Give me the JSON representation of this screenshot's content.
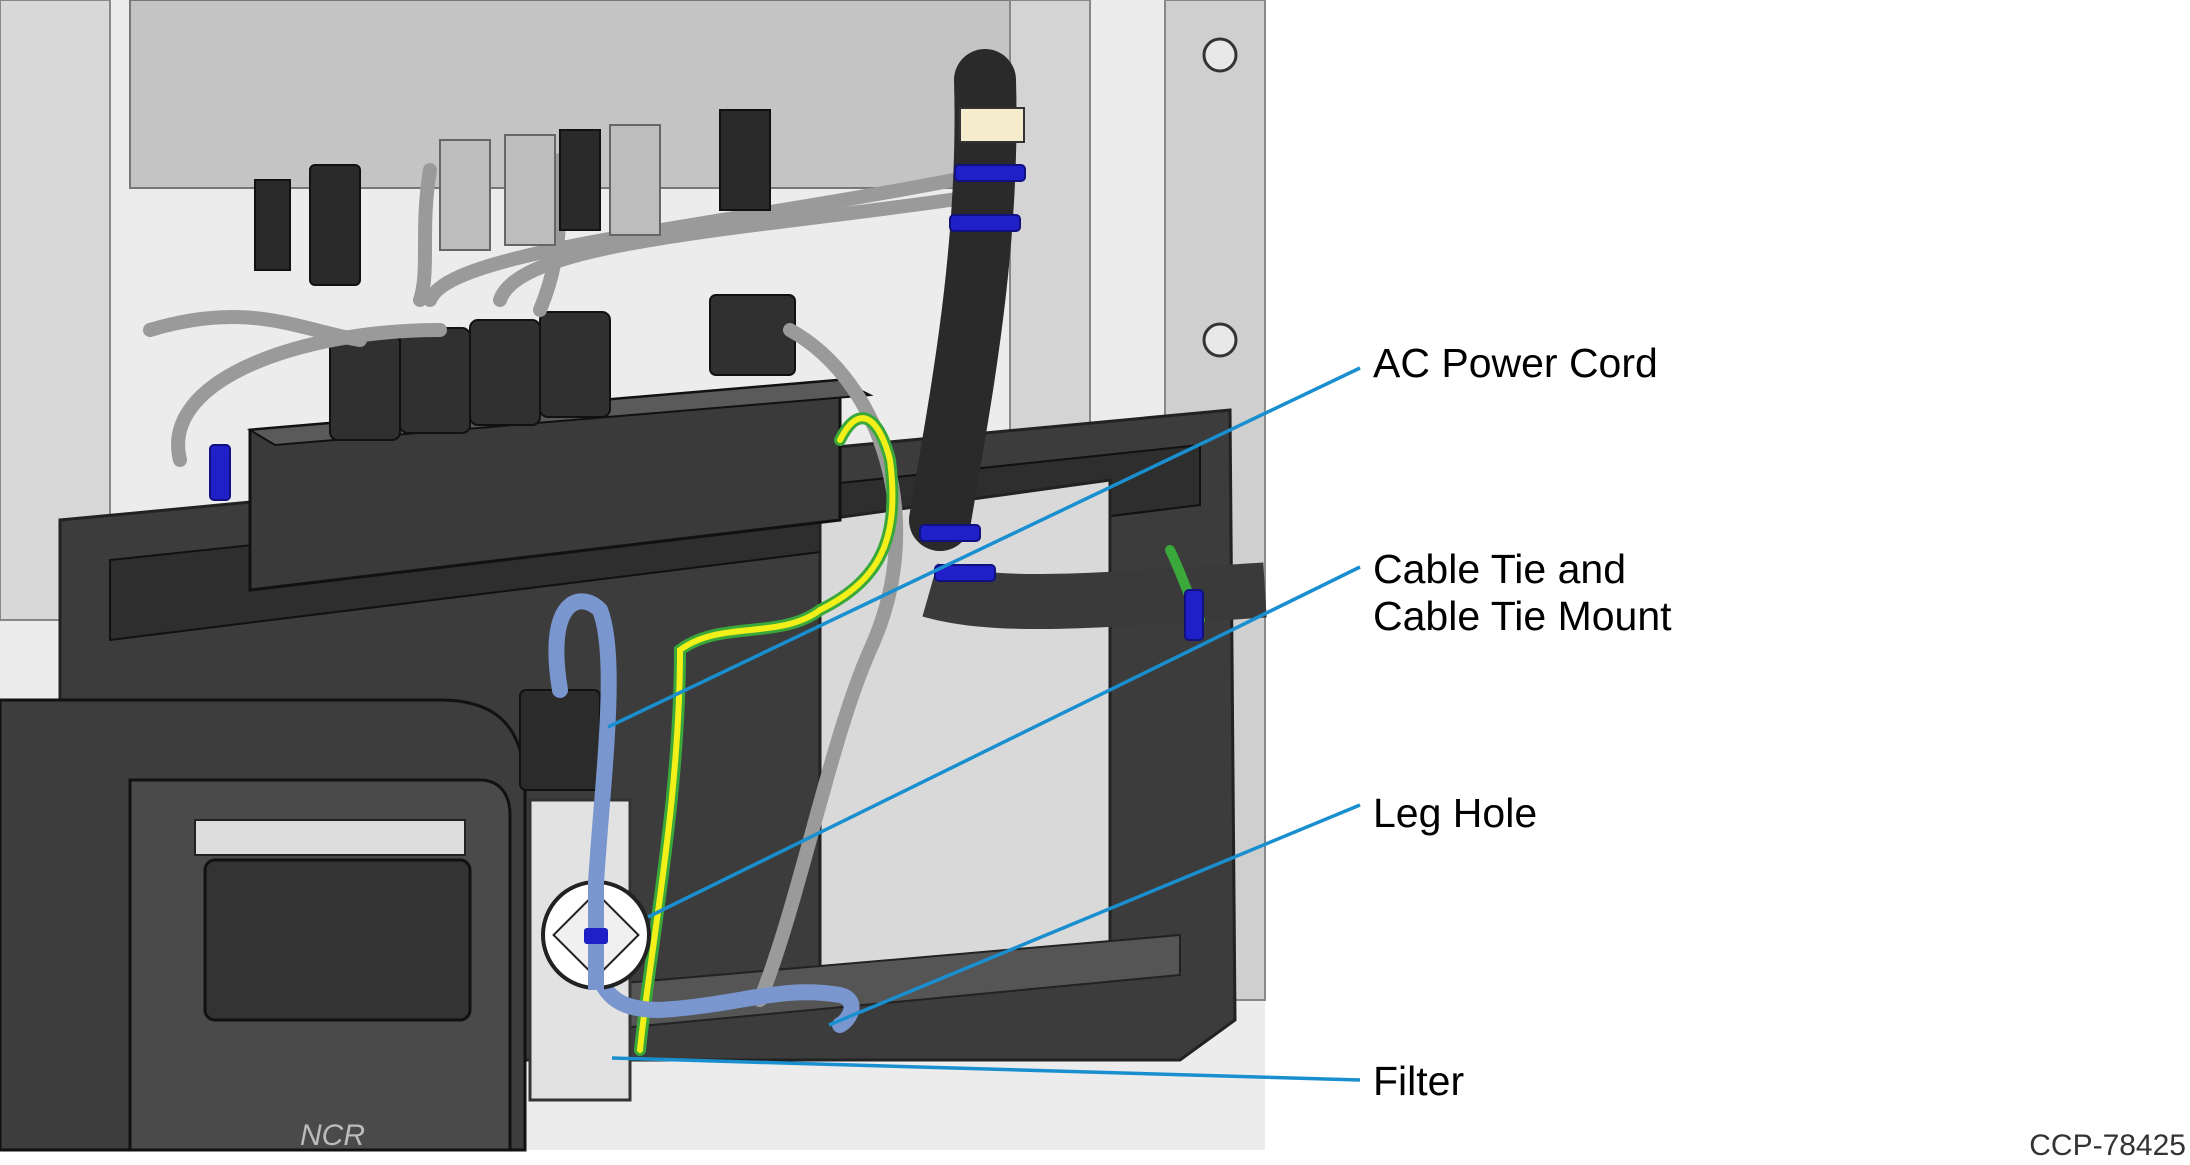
{
  "callouts": [
    {
      "id": "ac-power-cord",
      "lines": [
        "AC Power Cord"
      ]
    },
    {
      "id": "cable-tie",
      "lines": [
        "Cable Tie and",
        "Cable Tie Mount"
      ]
    },
    {
      "id": "leg-hole",
      "lines": [
        "Leg Hole"
      ]
    },
    {
      "id": "filter",
      "lines": [
        "Filter"
      ]
    }
  ],
  "figure_id": "CCP-78425",
  "printer_logo": "NCR",
  "colors": {
    "leader_line": "#1a8fd0",
    "ac_cord": "#7a96cf",
    "ground_wire_yellow": "#f2ef19",
    "ground_wire_green": "#3aa83a",
    "cable_tie": "#2020c8",
    "chassis_dark": "#3c3c3c",
    "cable_gray": "#9a9a9a"
  }
}
